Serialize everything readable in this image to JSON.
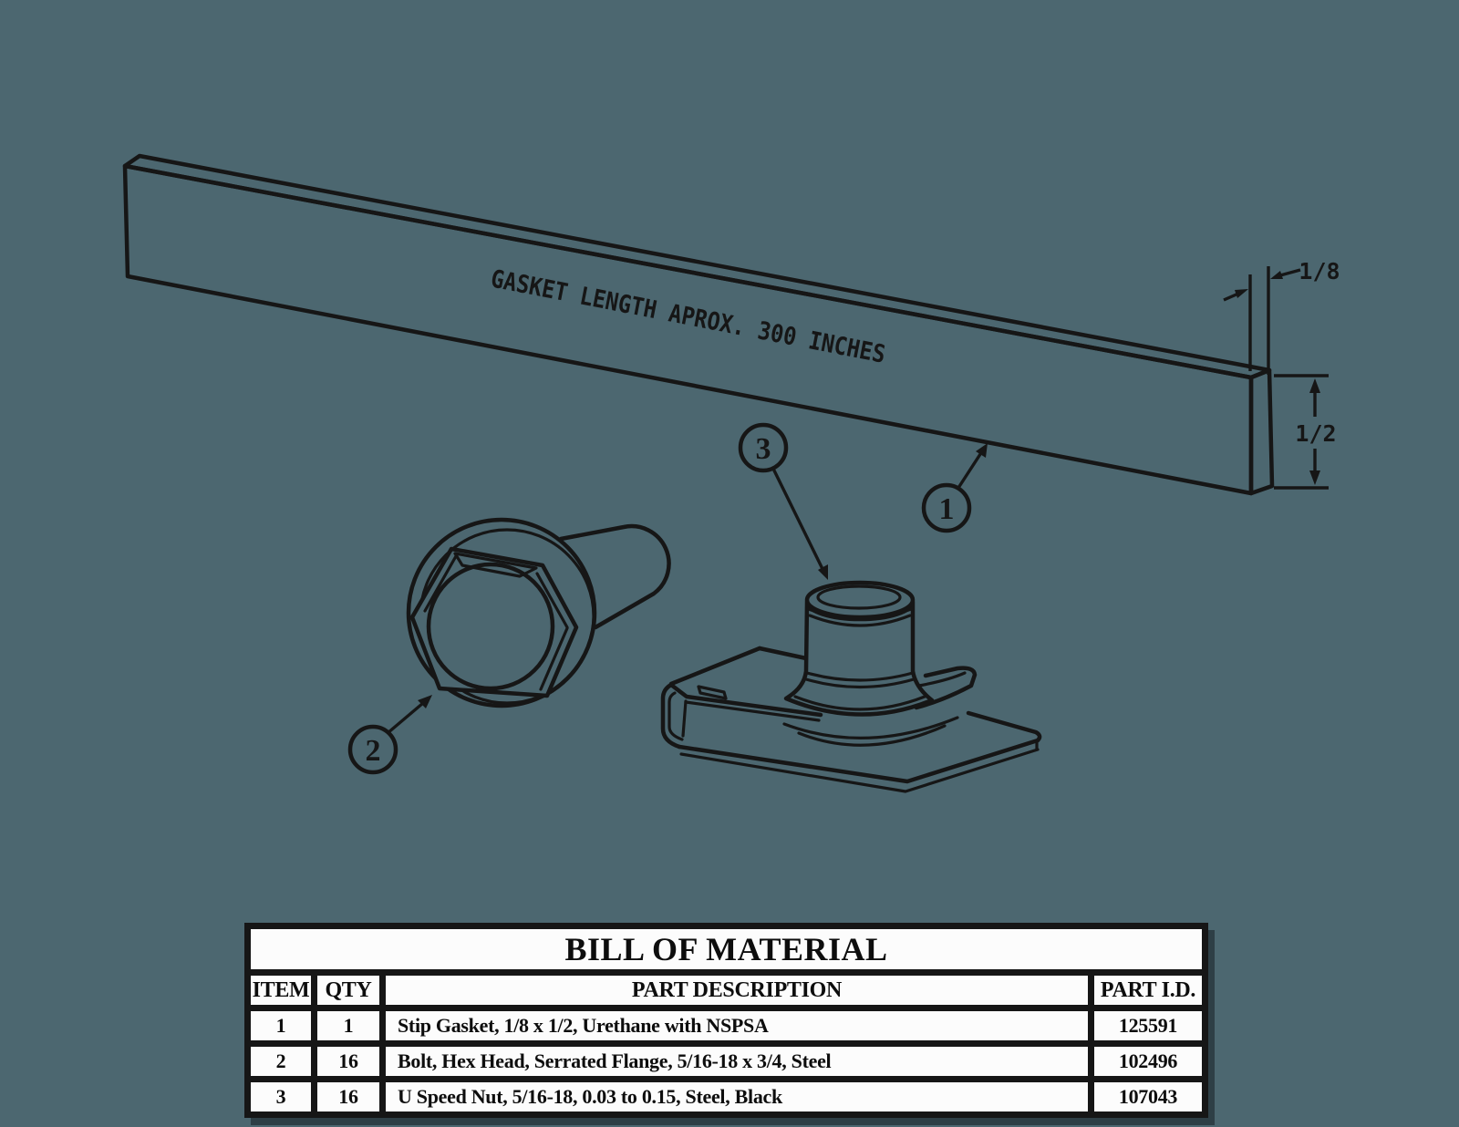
{
  "colors": {
    "background": "#4c6770",
    "ink": "#161616",
    "table_cell": "#fcfcfc"
  },
  "drawing": {
    "gasket_label": "GASKET LENGTH APROX. 300 INCHES",
    "thickness_dim_label": "1/8",
    "height_dim_label": "1/2",
    "callouts": [
      {
        "number": "1"
      },
      {
        "number": "2"
      },
      {
        "number": "3"
      }
    ]
  },
  "bom_table": {
    "title": "BILL OF MATERIAL",
    "headers": {
      "item": "ITEM",
      "qty": "QTY",
      "description": "PART DESCRIPTION",
      "part_id": "PART I.D."
    },
    "rows": [
      {
        "item": "1",
        "qty": "1",
        "description": "Stip Gasket, 1/8 x 1/2, Urethane with NSPSA",
        "part_id": "125591"
      },
      {
        "item": "2",
        "qty": "16",
        "description": "Bolt, Hex Head, Serrated Flange, 5/16-18 x 3/4, Steel",
        "part_id": "102496"
      },
      {
        "item": "3",
        "qty": "16",
        "description": "U Speed Nut, 5/16-18, 0.03 to 0.15, Steel, Black",
        "part_id": "107043"
      }
    ]
  }
}
